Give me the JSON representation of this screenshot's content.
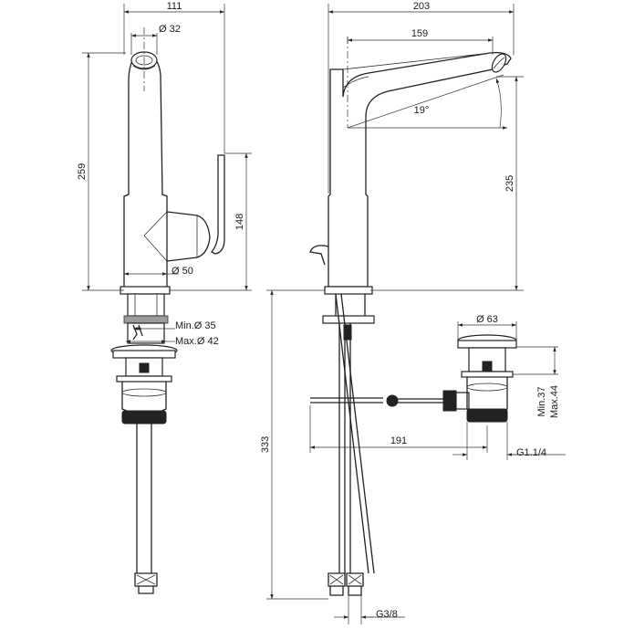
{
  "colors": {
    "line": "#222222",
    "background": "#ffffff",
    "hatch": "#9a9a9a"
  },
  "dimensions": {
    "front_width": "111",
    "spout_diameter": "Ø 32",
    "body_height": "259",
    "lever_height": "148",
    "body_diameter": "Ø 50",
    "hole_min": "Min.Ø 35",
    "hole_max": "Max.Ø 42",
    "side_width": "203",
    "spout_reach": "159",
    "spout_angle": "19°",
    "spout_height": "235",
    "hose_length": "333",
    "drain_diameter": "Ø 63",
    "drain_reach": "191",
    "drain_min": "Min.37",
    "drain_max": "Max.44",
    "drain_thread": "G1.1/4",
    "hose_thread": "G3/8"
  }
}
